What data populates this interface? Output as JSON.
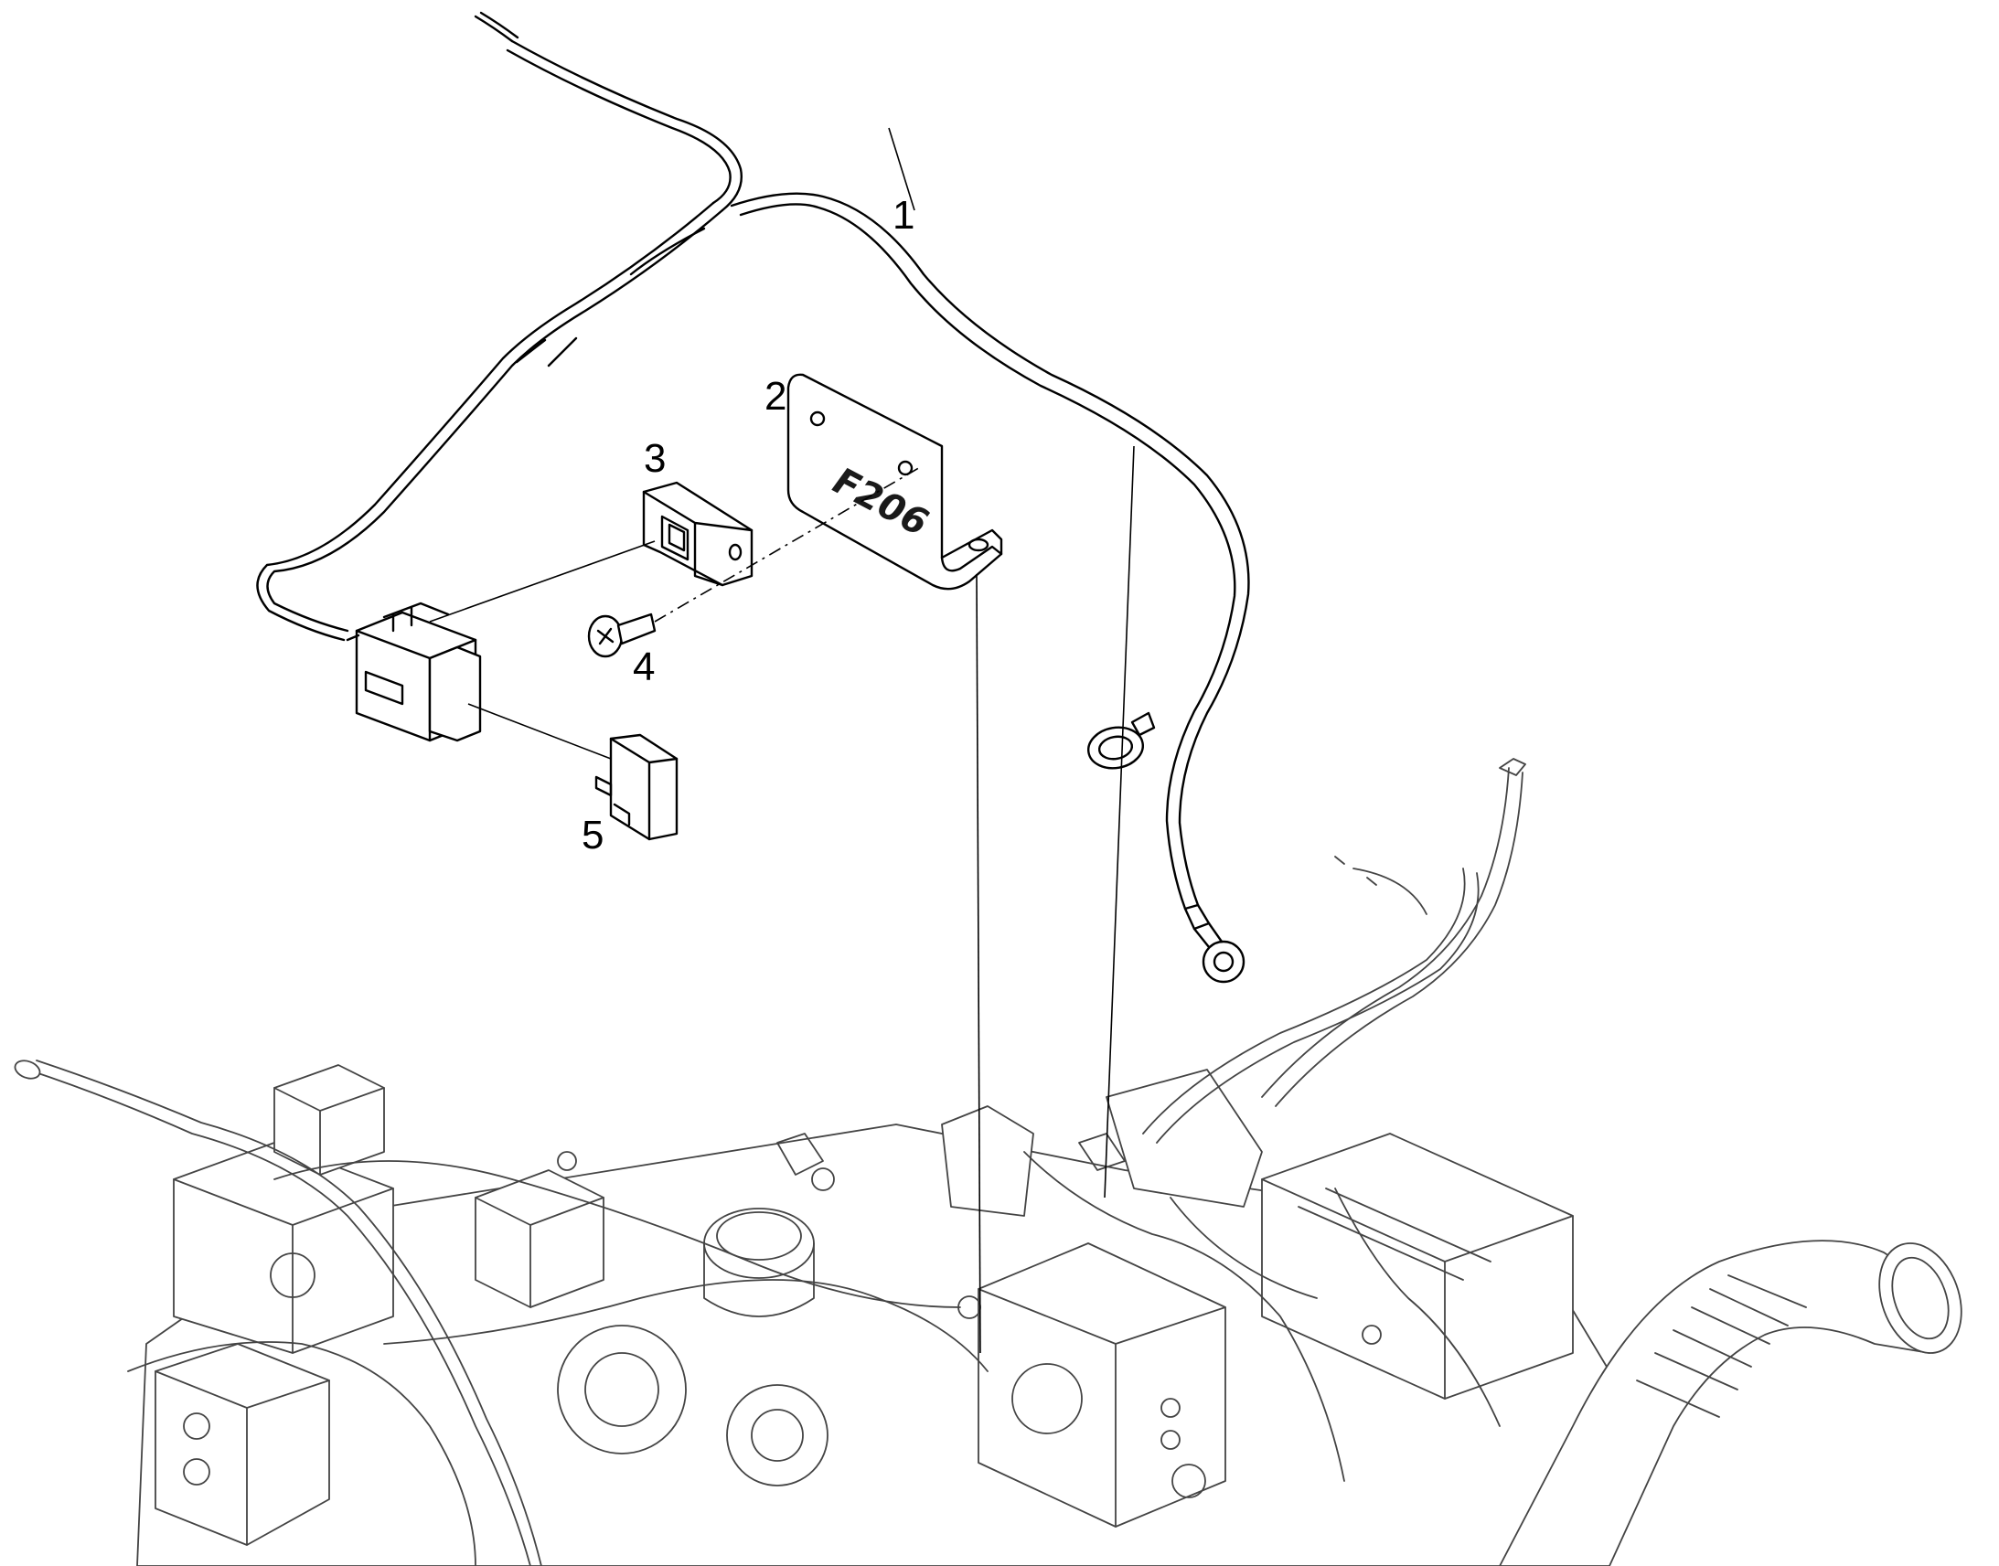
{
  "callouts": {
    "c1": "1",
    "c2": "2",
    "c3": "3",
    "c4": "4",
    "c5": "5"
  },
  "plate_marking": "F206",
  "colors": {
    "ink": "#000000",
    "background": "#ffffff",
    "engine_line": "#444444"
  }
}
